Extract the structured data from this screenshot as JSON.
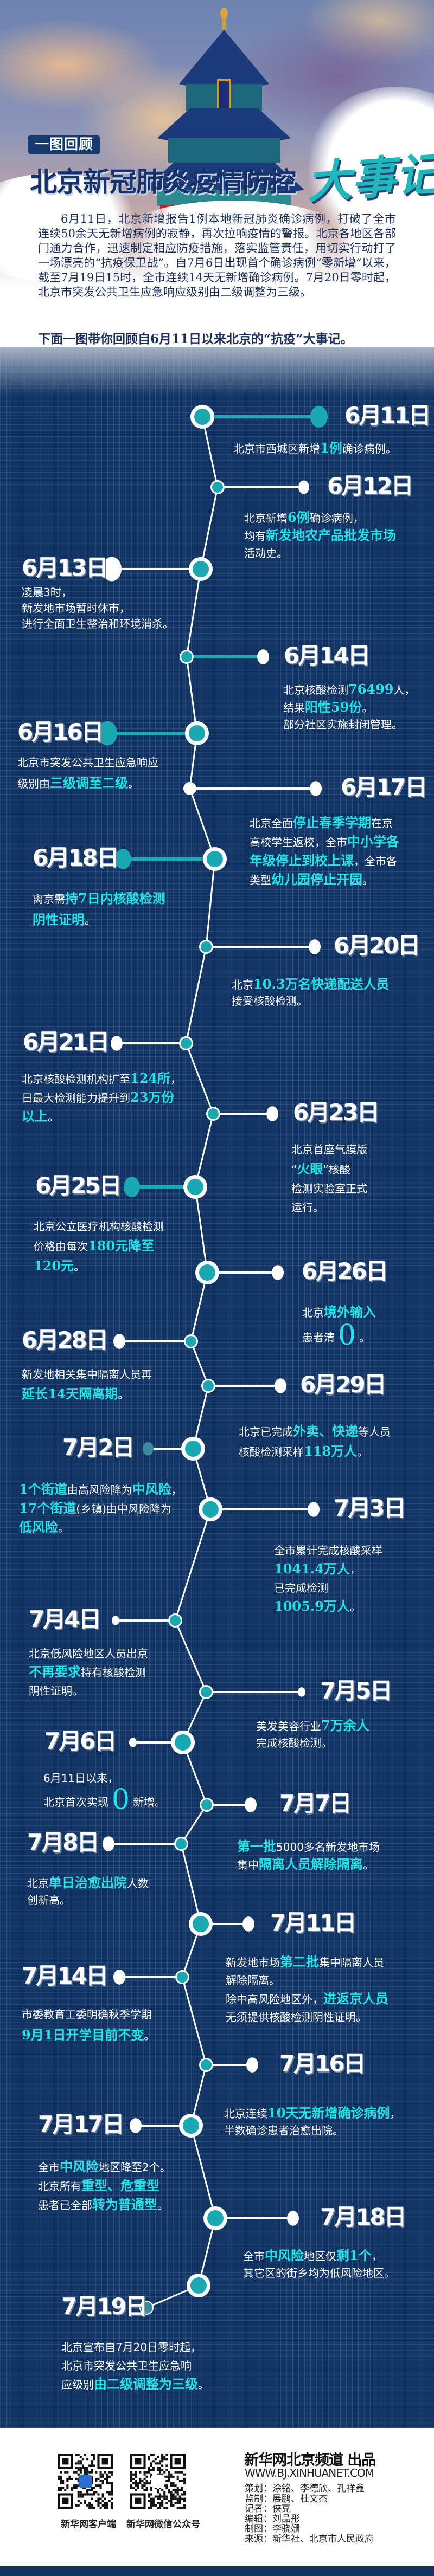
{
  "header": {
    "badge": "一图回顾",
    "title": "北京新冠肺炎疫情防控",
    "title_accent": "大事记",
    "intro": "6月11日，北京新增报告1例本地新冠肺炎确诊病例，打破了全市连续50余天无新增病例的寂静，再次拉响疫情的警报。北京各地区各部门通力合作，迅速制定相应防疫措施，落实监管责任，用切实行动打了一场漂亮的“抗疫保卫战”。自7月6日出现首个确诊病例“零新增”以来，截至7月19日15时，全市连续14天无新增确诊病例。7月20日零时起，北京市突发公共卫生应急响应级别由二级调整为三级。",
    "lead": "下面一图带你回顾自6月11日以来北京的“抗疫”大事记。"
  },
  "colors": {
    "background": "#143563",
    "highlight": "#22e4e8",
    "node": "#1aa9b3",
    "title": "#16326a",
    "accent": "#1fb9bd"
  },
  "events": [
    {
      "date": "6月11日",
      "lines": [
        [
          {
            "text": "北京市西城区新增"
          },
          {
            "text": "1例",
            "highlight": true
          },
          {
            "text": "确诊病例。"
          }
        ]
      ]
    },
    {
      "date": "6月12日",
      "lines": [
        [
          {
            "text": "北京新增"
          },
          {
            "text": "6例",
            "highlight": true
          },
          {
            "text": "确诊病例，"
          }
        ],
        [
          {
            "text": "均有"
          },
          {
            "text": "新发地农产品批发市场",
            "highlight": true
          }
        ],
        [
          {
            "text": "活动史。"
          }
        ]
      ]
    },
    {
      "date": "6月13日",
      "lines": [
        [
          {
            "text": "凌晨3时，"
          }
        ],
        [
          {
            "text": "新发地市场暂时休市，"
          }
        ],
        [
          {
            "text": "进行全面卫生整治和环境消杀。"
          }
        ]
      ]
    },
    {
      "date": "6月14日",
      "lines": [
        [
          {
            "text": "北京核酸检测"
          },
          {
            "text": "76499",
            "highlight": true
          },
          {
            "text": "人，"
          }
        ],
        [
          {
            "text": "结果"
          },
          {
            "text": "阳性59份",
            "highlight": true
          },
          {
            "text": "。"
          }
        ],
        [
          {
            "text": "部分社区实施封闭管理。"
          }
        ]
      ]
    },
    {
      "date": "6月16日",
      "lines": [
        [
          {
            "text": "北京市突发公共卫生应急响应"
          }
        ],
        [
          {
            "text": "级别由"
          },
          {
            "text": "三级调至二级",
            "highlight": true
          },
          {
            "text": "。"
          }
        ]
      ]
    },
    {
      "date": "6月17日",
      "lines": [
        [
          {
            "text": "北京全面"
          },
          {
            "text": "停止春季学期",
            "highlight": true
          },
          {
            "text": "在京"
          }
        ],
        [
          {
            "text": "高校学生返校，全市"
          },
          {
            "text": "中小学各",
            "highlight": true
          }
        ],
        [
          {
            "text": "年级停止到校上课",
            "highlight": true
          },
          {
            "text": "，全市各"
          }
        ],
        [
          {
            "text": "类型"
          },
          {
            "text": "幼儿园停止开园",
            "highlight": true
          },
          {
            "text": "。"
          }
        ]
      ]
    },
    {
      "date": "6月18日",
      "lines": [
        [
          {
            "text": "离京需"
          },
          {
            "text": "持7日内核酸检测",
            "highlight": true
          }
        ],
        [
          {
            "text": "阴性证明",
            "highlight": true
          },
          {
            "text": "。"
          }
        ]
      ]
    },
    {
      "date": "6月20日",
      "lines": [
        [
          {
            "text": "北京"
          },
          {
            "text": "10.3万名快递配送人员",
            "highlight": true
          }
        ],
        [
          {
            "text": "接受核酸检测。"
          }
        ]
      ]
    },
    {
      "date": "6月21日",
      "lines": [
        [
          {
            "text": "北京核酸检测机构扩至"
          },
          {
            "text": "124所",
            "highlight": true
          },
          {
            "text": "，"
          }
        ],
        [
          {
            "text": "日最大检测能力提升到"
          },
          {
            "text": "23万份",
            "highlight": true
          }
        ],
        [
          {
            "text": "以上",
            "highlight": true
          },
          {
            "text": "。"
          }
        ]
      ]
    },
    {
      "date": "6月23日",
      "lines": [
        [
          {
            "text": "北京首座气膜版"
          }
        ],
        [
          {
            "text": "“"
          },
          {
            "text": "火眼",
            "highlight": true
          },
          {
            "text": "”核酸"
          }
        ],
        [
          {
            "text": "检测实验室正式"
          }
        ],
        [
          {
            "text": "运行。"
          }
        ]
      ]
    },
    {
      "date": "6月25日",
      "lines": [
        [
          {
            "text": "北京公立医疗机构核酸检测"
          }
        ],
        [
          {
            "text": "价格由每次"
          },
          {
            "text": "180元降至",
            "highlight": true
          }
        ],
        [
          {
            "text": "120元",
            "highlight": true
          },
          {
            "text": "。"
          }
        ]
      ]
    },
    {
      "date": "6月26日",
      "lines": [
        [
          {
            "text": "北京"
          },
          {
            "text": "境外输入",
            "highlight": true
          }
        ],
        [
          {
            "text": "患者清"
          },
          {
            "text": "0",
            "large": true
          },
          {
            "text": "。"
          }
        ]
      ]
    },
    {
      "date": "6月28日",
      "lines": [
        [
          {
            "text": "新发地相关集中隔离人员再"
          }
        ],
        [
          {
            "text": "延长14天隔离期",
            "highlight": true
          },
          {
            "text": "。"
          }
        ]
      ]
    },
    {
      "date": "6月29日",
      "lines": [
        [
          {
            "text": "北京已完成"
          },
          {
            "text": "外卖、快递",
            "highlight": true
          },
          {
            "text": "等人员"
          }
        ],
        [
          {
            "text": "核酸检测采样"
          },
          {
            "text": "118万人",
            "highlight": true
          },
          {
            "text": "。"
          }
        ]
      ]
    },
    {
      "date": "7月2日",
      "lines": [
        [
          {
            "text": "1个街道",
            "highlight": true
          },
          {
            "text": "由高风险降为"
          },
          {
            "text": "中风险",
            "highlight": true
          },
          {
            "text": "，"
          }
        ],
        [
          {
            "text": "17个街道",
            "highlight": true
          },
          {
            "text": "(乡镇)由中风险降为"
          }
        ],
        [
          {
            "text": "低风险",
            "highlight": true
          },
          {
            "text": "。"
          }
        ]
      ]
    },
    {
      "date": "7月3日",
      "lines": [
        [
          {
            "text": "全市累计完成核酸采样"
          }
        ],
        [
          {
            "text": "1041.4万人",
            "highlight": true
          },
          {
            "text": "，"
          }
        ],
        [
          {
            "text": "已完成检测"
          }
        ],
        [
          {
            "text": "1005.9万人",
            "highlight": true
          },
          {
            "text": "。"
          }
        ]
      ]
    },
    {
      "date": "7月4日",
      "lines": [
        [
          {
            "text": "北京低风险地区人员出京"
          }
        ],
        [
          {
            "text": "不再要求",
            "highlight": true
          },
          {
            "text": "持有核酸检测"
          }
        ],
        [
          {
            "text": "阴性证明。"
          }
        ]
      ]
    },
    {
      "date": "7月5日",
      "lines": [
        [
          {
            "text": "美发美容行业"
          },
          {
            "text": "7万余人",
            "highlight": true
          }
        ],
        [
          {
            "text": "完成核酸检测。"
          }
        ]
      ]
    },
    {
      "date": "7月6日",
      "lines": [
        [
          {
            "text": "6月11日以来，"
          }
        ],
        [
          {
            "text": "北京首次实现"
          },
          {
            "text": "0",
            "large": true
          },
          {
            "text": "新增。"
          }
        ]
      ]
    },
    {
      "date": "7月7日",
      "lines": [
        [
          {
            "text": "第一批",
            "highlight": true
          },
          {
            "text": "5000多名新发地市场"
          }
        ],
        [
          {
            "text": "集中"
          },
          {
            "text": "隔离人员解除隔离",
            "highlight": true
          },
          {
            "text": "。"
          }
        ]
      ]
    },
    {
      "date": "7月8日",
      "lines": [
        [
          {
            "text": "北京"
          },
          {
            "text": "单日治愈出院",
            "highlight": true
          },
          {
            "text": "人数"
          }
        ],
        [
          {
            "text": "创新高。"
          }
        ]
      ]
    },
    {
      "date": "7月11日",
      "lines": [
        [
          {
            "text": "新发地市场"
          },
          {
            "text": "第二批",
            "highlight": true
          },
          {
            "text": "集中隔离人员"
          }
        ],
        [
          {
            "text": "解除隔离。"
          }
        ],
        [
          {
            "text": "除中高风险地区外，"
          },
          {
            "text": "进返京人员",
            "highlight": true
          }
        ],
        [
          {
            "text": "无须提供核酸检测阴性证明。"
          }
        ]
      ]
    },
    {
      "date": "7月14日",
      "lines": [
        [
          {
            "text": "市委教育工委明确秋季学期"
          }
        ],
        [
          {
            "text": "9月1日开学目前不变",
            "highlight": true
          },
          {
            "text": "。"
          }
        ]
      ]
    },
    {
      "date": "7月16日",
      "lines": [
        [
          {
            "text": "北京连续"
          },
          {
            "text": "10天无新增确诊病例",
            "highlight": true
          },
          {
            "text": "，"
          }
        ],
        [
          {
            "text": "半数确诊患者治愈出院。"
          }
        ]
      ]
    },
    {
      "date": "7月17日",
      "lines": [
        [
          {
            "text": "全市"
          },
          {
            "text": "中风险",
            "highlight": true
          },
          {
            "text": "地区降至2个。"
          }
        ],
        [
          {
            "text": "北京所有"
          },
          {
            "text": "重型、危重型",
            "highlight": true
          }
        ],
        [
          {
            "text": "患者已全部"
          },
          {
            "text": "转为普通型",
            "highlight": true
          },
          {
            "text": "。"
          }
        ]
      ]
    },
    {
      "date": "7月18日",
      "lines": [
        [
          {
            "text": "全市"
          },
          {
            "text": "中风险",
            "highlight": true
          },
          {
            "text": "地区仅"
          },
          {
            "text": "剩1个",
            "highlight": true
          },
          {
            "text": "，"
          }
        ],
        [
          {
            "text": "其它区的街乡均为低风险地区。"
          }
        ]
      ]
    },
    {
      "date": "7月19日",
      "lines": [
        [
          {
            "text": "北京宣布自7月20日零时起，"
          }
        ],
        [
          {
            "text": "北京市突发公共卫生应急响"
          }
        ],
        [
          {
            "text": "应级别"
          },
          {
            "text": "由二级调整为三级",
            "highlight": true
          },
          {
            "text": "。"
          }
        ]
      ]
    }
  ],
  "footer": {
    "qr_codes": [
      {
        "label": "新华网客户端",
        "icon": "xinhua-app-logo"
      },
      {
        "label": "新华网微信公众号",
        "icon": "xinhua-wechat-logo"
      }
    ],
    "brand": "新华网北京频道 出品",
    "url": "WWW.BJ.XINHUANET.COM",
    "credits": [
      "策划：涂铭、李德欣、孔祥鑫",
      "监制：展鹏、杜文杰",
      "记者：侠克",
      "编辑：刘品彤",
      "制图：李骁姗",
      "来源：新华社、北京市人民政府"
    ]
  }
}
